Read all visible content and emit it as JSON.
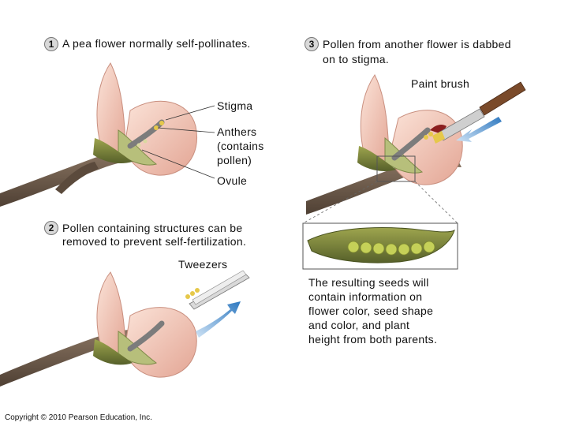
{
  "steps": [
    {
      "number": "1",
      "text": "A pea flower normally self-pollinates."
    },
    {
      "number": "2",
      "text_line1": "Pollen containing structures can be",
      "text_line2": "removed to prevent self-fertilization."
    },
    {
      "number": "3",
      "text_line1": "Pollen from another flower is dabbed",
      "text_line2": "on to stigma."
    }
  ],
  "labels": {
    "stigma": "Stigma",
    "anthers_line1": "Anthers",
    "anthers_line2": "(contains",
    "anthers_line3": "pollen)",
    "ovule": "Ovule",
    "tweezers": "Tweezers",
    "paint_brush": "Paint brush"
  },
  "result": {
    "line1": "The resulting seeds will",
    "line2": "contain information on",
    "line3": "flower color, seed shape",
    "line4": "and color, and plant",
    "line5": "height from both parents."
  },
  "copyright": "Copyright © 2010 Pearson Education, Inc.",
  "colors": {
    "petal": "#f2c4b4",
    "petal_dark": "#d99a8a",
    "sepal": "#9aa868",
    "stem": "#6e5a48",
    "pod": "#7f8a3c",
    "pea": "#b5c24a",
    "arrow": "#3f86c8"
  }
}
